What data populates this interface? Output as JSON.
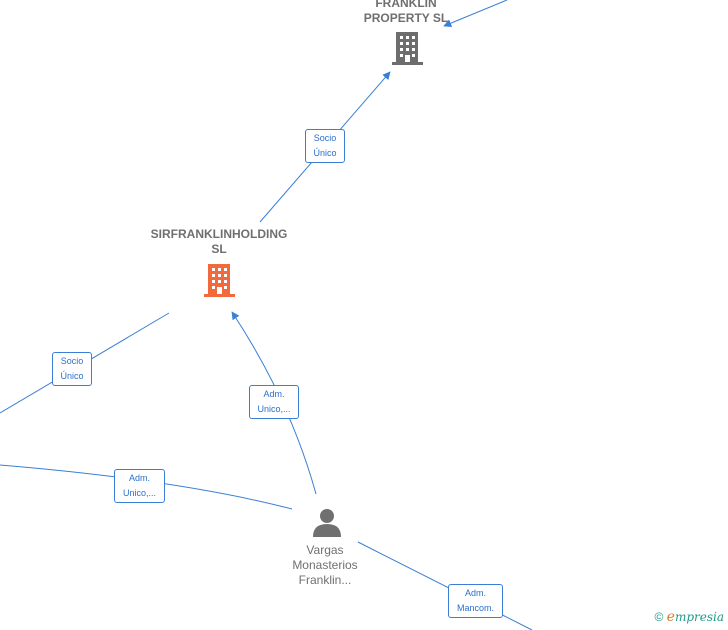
{
  "nodes": {
    "franklin_property": {
      "label_line1": "FRANKLIN",
      "label_line2": "PROPERTY  SL",
      "icon": "building-icon",
      "color": "#6d6d6d"
    },
    "sirfranklinholding": {
      "label_line1": "SIRFRANKLINHOLDING",
      "label_line2": "SL",
      "icon": "building-icon",
      "color": "#f26a3c"
    },
    "vargas": {
      "label_line1": "Vargas",
      "label_line2": "Monasterios",
      "label_line3": "Franklin...",
      "icon": "person-icon",
      "color": "#707070"
    }
  },
  "relations": {
    "socio_unico_top": {
      "line1": "Socio",
      "line2": "Único"
    },
    "socio_unico_left": {
      "line1": "Socio",
      "line2": "Único"
    },
    "adm_unico_center": {
      "line1": "Adm.",
      "line2": "Unico,..."
    },
    "adm_unico_left": {
      "line1": "Adm.",
      "line2": "Unico,..."
    },
    "adm_mancom": {
      "line1": "Adm.",
      "line2": "Mancom."
    }
  },
  "colors": {
    "edge": "#3a7fd5",
    "accent": "#f26a3c",
    "gray": "#6d6d6d"
  },
  "brand": {
    "copyright": "©",
    "e": "e",
    "rest": "mpresia"
  }
}
